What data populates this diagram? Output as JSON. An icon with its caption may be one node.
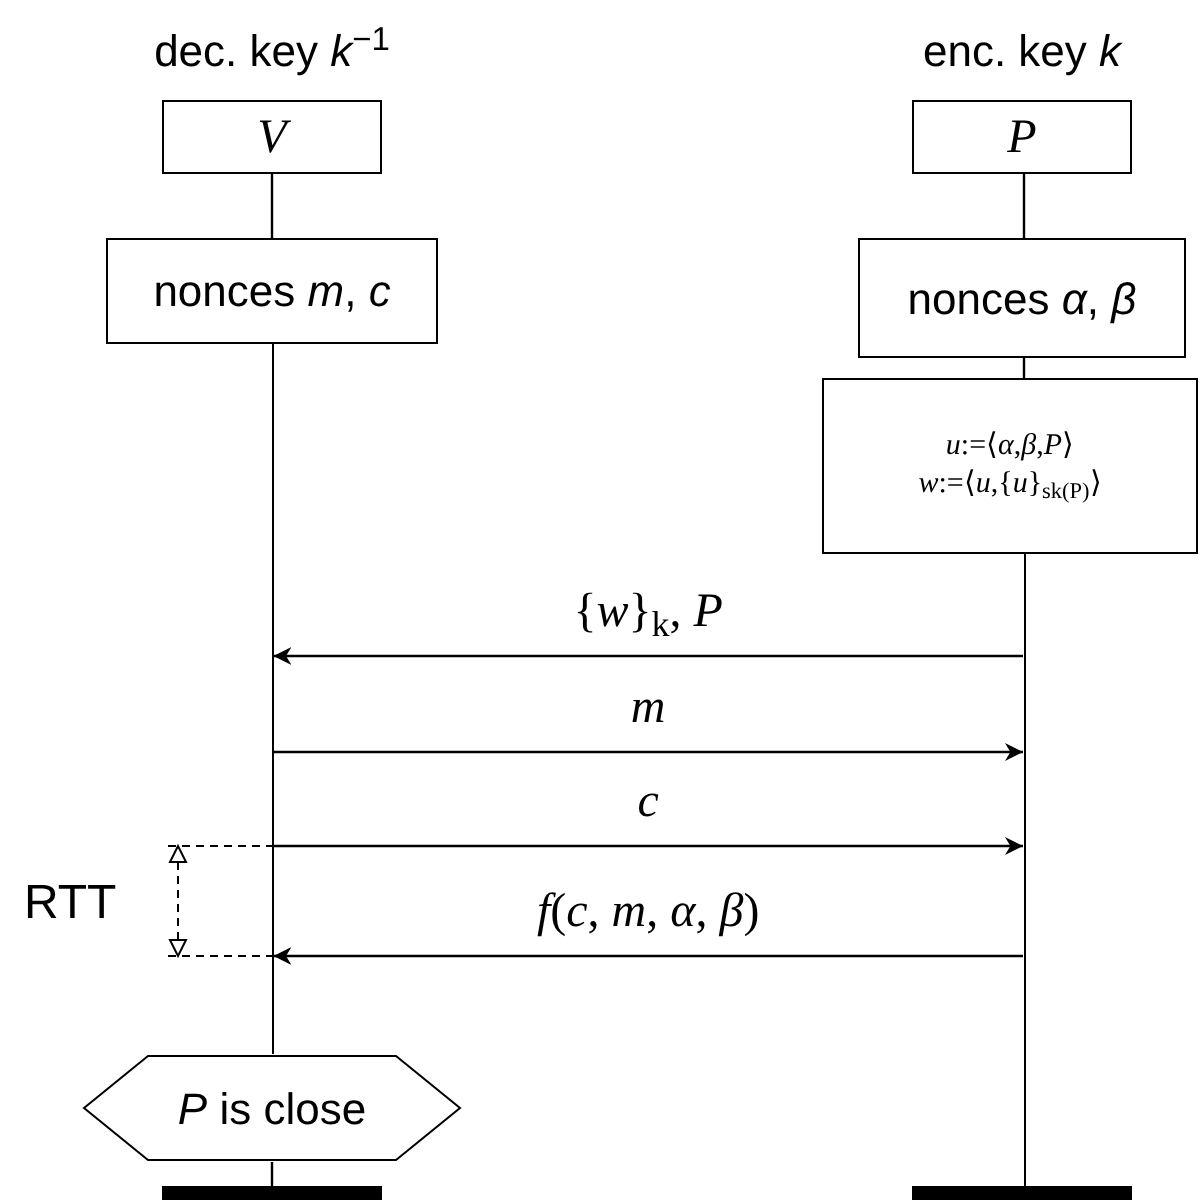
{
  "diagram": {
    "nodes": [
      {
        "text": [
          "*V*"
        ],
        "beside": [
          "dec. key *k*$^{−1}$"
        ]
      },
      {
        "text": [
          "nonces *m*, *c*"
        ]
      },
      {
        "text": [
          "*P* is close"
        ]
      },
      {
        "text": [],
        "shape": "bar"
      },
      {
        "text": [
          "*P*"
        ],
        "beside": [
          "enc. key *k*"
        ]
      },
      {
        "text": [
          "nonces *α*, *β*"
        ]
      },
      {
        "text": [
          "*u*:=⟨*α*,*β*,*P*⟩",
          "*w*:=⟨*u*,{*u*}$_{sk(P)}$⟩"
        ]
      },
      {
        "text": [],
        "shape": "bar"
      },
      {
        "text": [],
        "shape": "line"
      },
      {
        "text": [],
        "shape": "line"
      }
    ],
    "edges": [
      {
        "from": 9,
        "to": 8,
        "arrow": "to",
        "label": "{*w*}$_{k}$, *P*"
      },
      {
        "from": 8,
        "to": 9,
        "arrow": "to",
        "label": "*m*"
      },
      {
        "from": 8,
        "to": 9,
        "arrow": "to",
        "label": "*c*"
      },
      {
        "from": 9,
        "to": 8,
        "arrow": "to",
        "label": "*f*(*c*, *m*, *α*, *β*)"
      },
      {
        "from": 0,
        "to": 1,
        "arrow": "none"
      },
      {
        "from": 2,
        "to": 3,
        "arrow": "none"
      },
      {
        "from": 4,
        "to": 5,
        "arrow": "none"
      },
      {
        "from": 5,
        "to": 6,
        "arrow": "none"
      }
    ],
    "labels": [
      "RTT"
    ]
  }
}
